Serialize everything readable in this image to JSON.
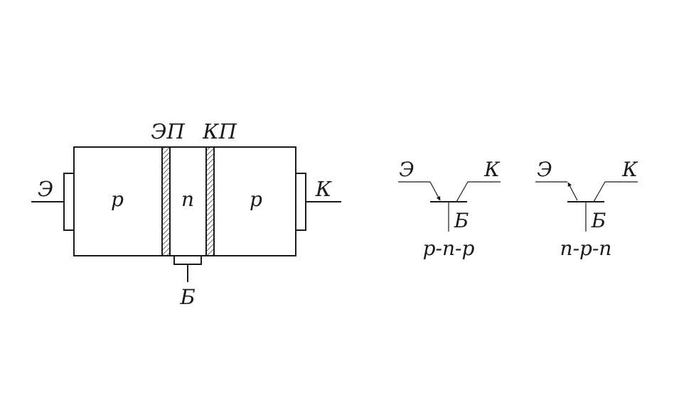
{
  "structure": {
    "junction_labels": {
      "emitter_junction": "ЭП",
      "collector_junction": "КП"
    },
    "region_labels": {
      "left": "p",
      "middle": "n",
      "right": "p"
    },
    "terminal_labels": {
      "emitter": "Э",
      "collector": "К",
      "base": "Б"
    }
  },
  "symbols": [
    {
      "emitter": "Э",
      "collector": "К",
      "base": "Б",
      "caption": "p-n-p",
      "arrow": "toward-base"
    },
    {
      "emitter": "Э",
      "collector": "К",
      "base": "Б",
      "caption": "n-p-n",
      "arrow": "away-from-base"
    }
  ],
  "colors": {
    "line": "#1a1a1a",
    "background": "#ffffff"
  }
}
